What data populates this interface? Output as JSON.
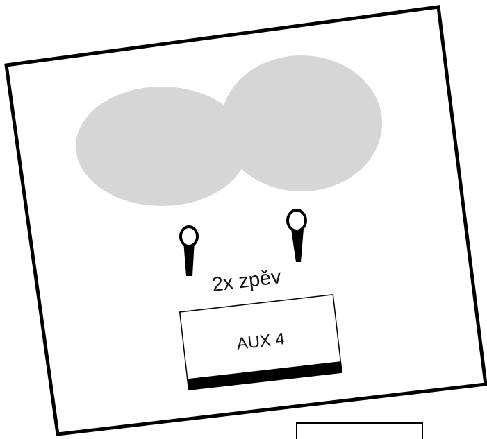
{
  "diagram": {
    "performers_label": "2x zpěv",
    "monitor": {
      "label": "AUX 4"
    },
    "colors": {
      "outline": "#000000",
      "background": "#ffffff",
      "performer_area": "#d6d6d6",
      "microphone_body": "#000000",
      "microphone_head": "#ffffff"
    },
    "icons": {
      "microphone": "microphone-icon",
      "performer_area": "performer-area-shape",
      "monitor": "stage-monitor-box"
    },
    "microphone_count": 2
  }
}
